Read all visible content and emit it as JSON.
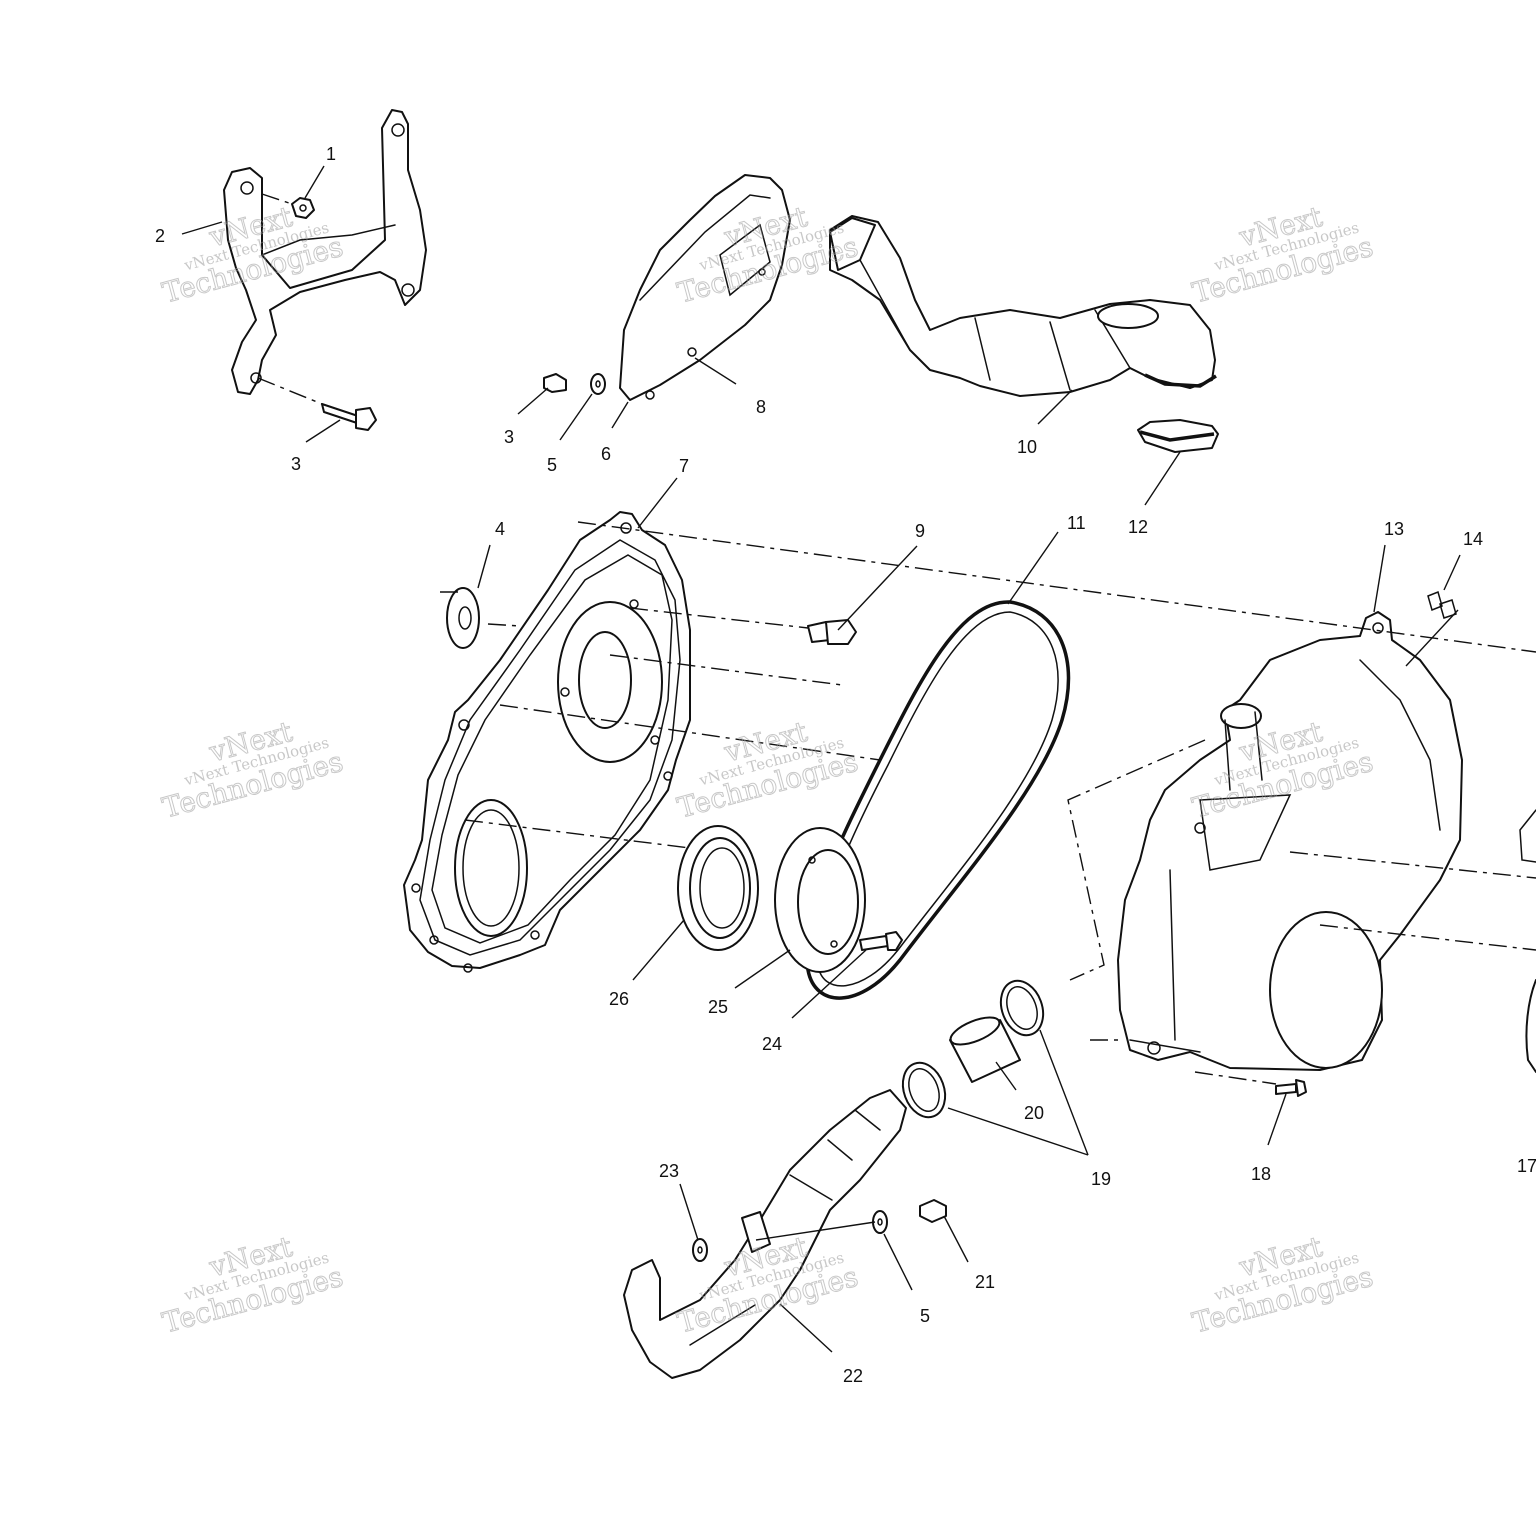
{
  "watermark": {
    "line_small": "vNext Technologies",
    "line_top": "vNext",
    "line_bottom": "Technologies"
  },
  "callouts": {
    "c1": "1",
    "c2": "2",
    "c3a": "3",
    "c3b": "3",
    "c4": "4",
    "c5a": "5",
    "c5b": "5",
    "c6": "6",
    "c7": "7",
    "c8": "8",
    "c9": "9",
    "c10": "10",
    "c11": "11",
    "c12": "12",
    "c13": "13",
    "c14": "14",
    "c17": "17",
    "c18": "18",
    "c19": "19",
    "c20": "20",
    "c21": "21",
    "c22": "22",
    "c23": "23",
    "c24": "24",
    "c25": "25",
    "c26": "26"
  }
}
